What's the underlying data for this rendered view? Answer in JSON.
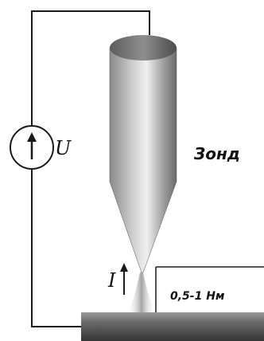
{
  "labels": {
    "voltage": "U",
    "current": "I",
    "probe": "Зонд",
    "gap": "0,5-1 Нм"
  },
  "colors": {
    "wire": "#1a1a1a",
    "probe_light": "#e6e6e6",
    "probe_mid": "#a8a8a8",
    "probe_dark": "#5a5a5a",
    "sample_dark": "#3a3a3a",
    "sample_light": "#8c8c8c"
  },
  "icons": {
    "source": "voltage-source-arrow-icon",
    "current": "current-arrow-icon"
  }
}
